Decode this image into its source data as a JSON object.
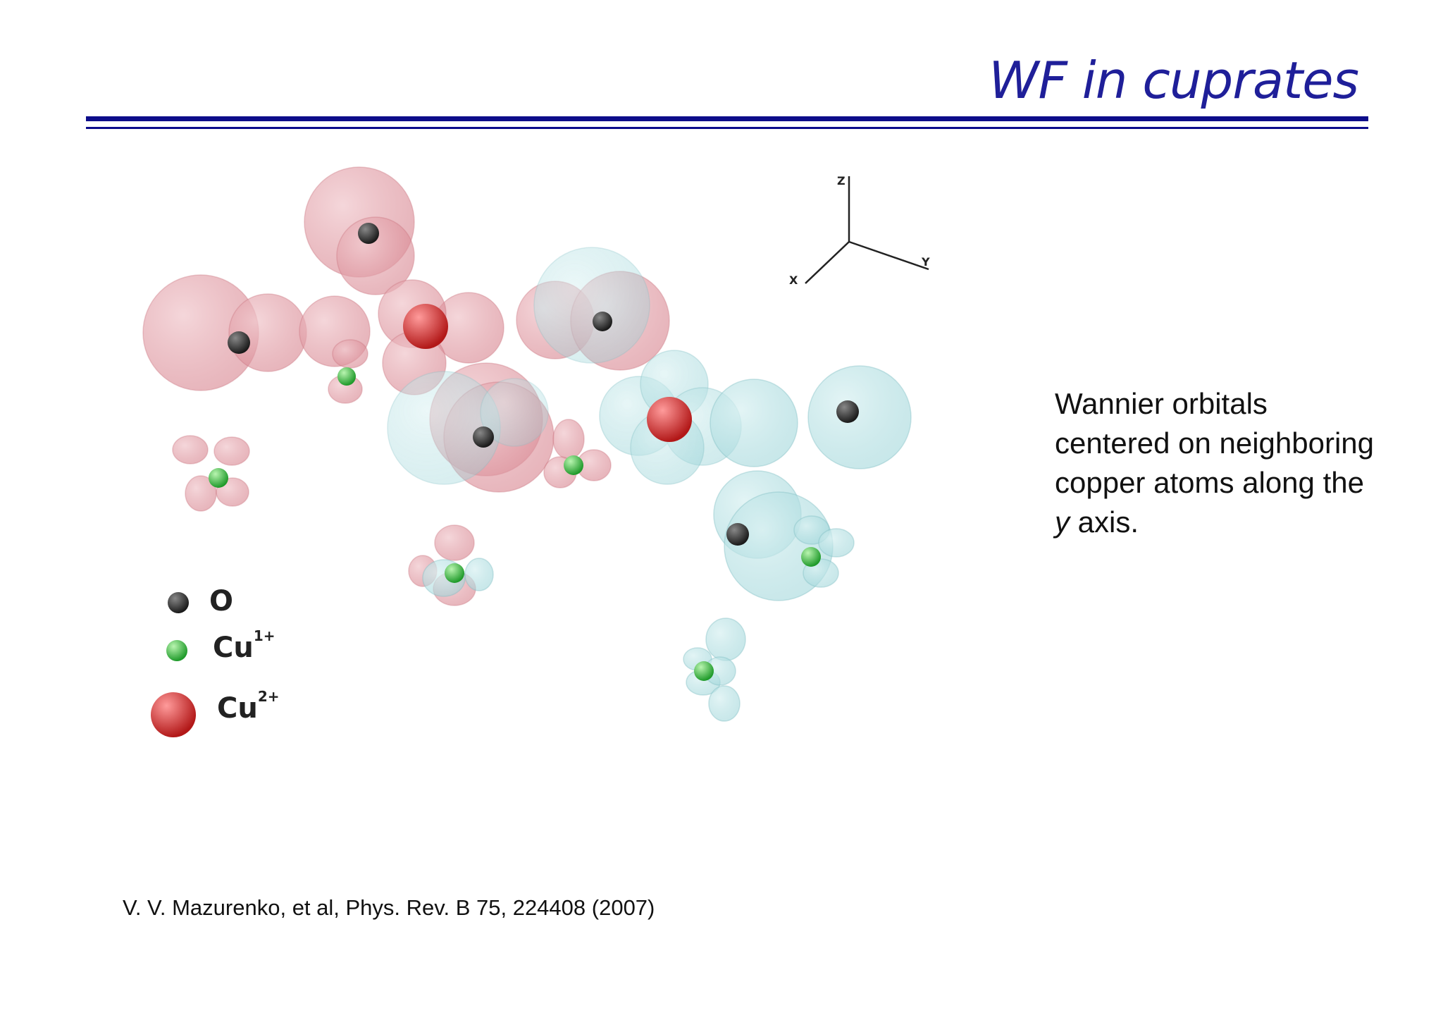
{
  "slide": {
    "title": "WF in cuprates",
    "caption": {
      "before": "Wannier orbitals centered on neighboring copper atoms along the ",
      "italic": "y",
      "after": " axis."
    },
    "citation": "V. V. Mazurenko, et al, Phys. Rev. B 75, 224408 (2007)"
  },
  "figure": {
    "axes": {
      "z": "Z",
      "y": "Y",
      "x": "X"
    },
    "legend": [
      {
        "symbol": "O",
        "base": "O",
        "sup": ""
      },
      {
        "symbol": "Cu1+",
        "base": "Cu",
        "sup": "1+"
      },
      {
        "symbol": "Cu2+",
        "base": "Cu",
        "sup": "2+"
      }
    ],
    "colors": {
      "red_lobe": "#d98b95",
      "cyan_lobe": "#a6dcdf",
      "oxygen": "#333333",
      "cu1": "#3cc43c",
      "cu2": "#d42a2a",
      "title": "#1f1f99",
      "rule": "#0d0d8a"
    }
  }
}
